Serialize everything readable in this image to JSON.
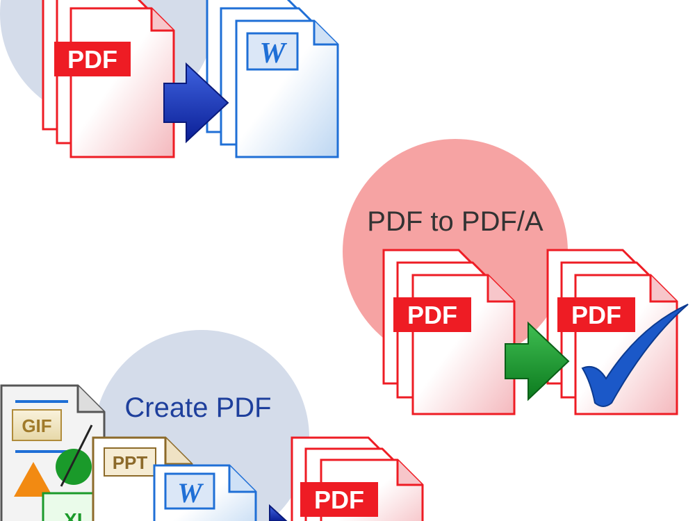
{
  "panels": {
    "pdf_to_word": {
      "source_badge": "PDF",
      "target_badge": "W"
    },
    "pdf_to_pdfa": {
      "title": "PDF to PDF/A",
      "source_badge": "PDF",
      "target_badge": "PDF"
    },
    "create_pdf": {
      "title": "Create PDF",
      "gif_badge": "GIF",
      "ppt_badge": "PPT",
      "xl_badge": "XL",
      "word_badge": "W",
      "target_badge": "PDF"
    }
  },
  "colors": {
    "blue_circle": "#d4dcea",
    "pink_circle": "#f6a3a3",
    "pdf_red": "#ee1c24",
    "word_blue": "#1f6fd6",
    "arrow_blue": "#1330b8",
    "arrow_green": "#169a2a",
    "check_blue": "#1b58c8",
    "title_blue": "#1e3f9c"
  },
  "icons": [
    "pdf-document-icon",
    "word-document-icon",
    "right-arrow-icon",
    "checkmark-icon",
    "gif-document-icon",
    "ppt-document-icon",
    "excel-document-icon"
  ]
}
